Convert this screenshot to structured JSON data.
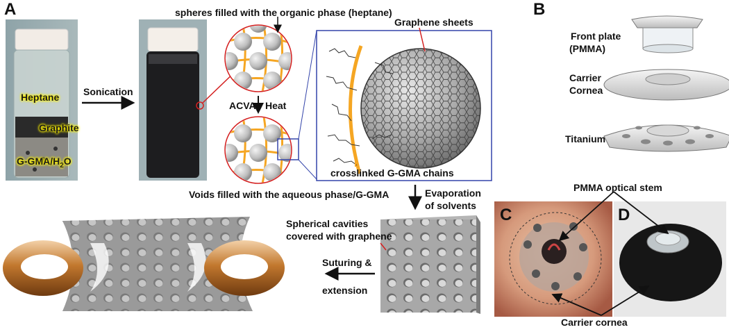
{
  "panels": {
    "a": "A",
    "b": "B",
    "c": "C",
    "d": "D"
  },
  "vial1": {
    "heptane": "Heptane",
    "graphite": "Graphite",
    "ggma_prefix": "G-GMA/H",
    "ggma_sub": "2",
    "ggma_suffix": "O"
  },
  "arrows": {
    "sonication": "Sonication",
    "acva": "ACVA",
    "heat": "Heat",
    "evaporation_line1": "Evaporation",
    "evaporation_line2": "of solvents",
    "suturing_line1": "Suturing &",
    "suturing_line2": "extension"
  },
  "captions": {
    "spheres": "spheres filled with the organic phase (heptane)",
    "voids": "Voids filled with the aqueous phase/G-GMA",
    "graphene_sheets": "Graphene sheets",
    "crosslinked": "crosslinked G-GMA chains",
    "cavities_line1": "Spherical cavities",
    "cavities_line2": "covered with graphene"
  },
  "panel_b": {
    "front_plate_line1": "Front plate",
    "front_plate_line2": "(PMMA)",
    "carrier_line1": "Carrier",
    "carrier_line2": "Cornea",
    "titanium": "Titanium"
  },
  "photos": {
    "pmma_stem": "PMMA optical stem",
    "carrier_cornea": "Carrier cornea"
  },
  "colors": {
    "orange": "#f5a623",
    "blue_frame": "#3344aa",
    "red": "#d42020",
    "sheet_gray": "#8a8a8a",
    "ring_brown": "#b5651d"
  }
}
